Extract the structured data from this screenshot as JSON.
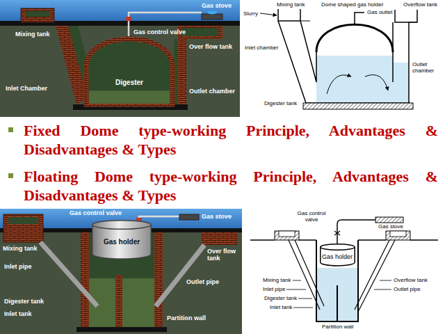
{
  "diagram": {
    "nodes": [
      {
        "text": [
          "Digester"
        ]
      },
      {
        "text": [
          "Gas holder"
        ]
      },
      {
        "text": [
          "Gas holder"
        ]
      }
    ],
    "labels": [
      "Gas stove",
      "Mixing tank",
      "Gas control valve",
      "Over flow tank",
      "Inlet Chamber",
      "Outlet chamber",
      "Slurry",
      "Mixing tank",
      "Dome shaped gas holder",
      "Gas outlet",
      "Overflow tank",
      "Inlet chamber",
      "Outlet chamber",
      "Digester tank",
      "Fixed Dome type-working Principle, Advantages & Disadvantages & Types",
      "Floating Dome type-working Principle, Advantages & Disadvantages & Types",
      "Gas control valve",
      "Gas stove",
      "Mixing tank",
      "Over flow tank",
      "Inlet pipe",
      "Outlet pipe",
      "Digester tank",
      "Inlet tank",
      "Partition wall",
      "Gas control valve",
      "Gas stove",
      "Mixing tank",
      "Overflow tank",
      "Inlet pipe",
      "Outlet pipe",
      "Digester tank",
      "Inlet tank",
      "Partition wall"
    ]
  }
}
